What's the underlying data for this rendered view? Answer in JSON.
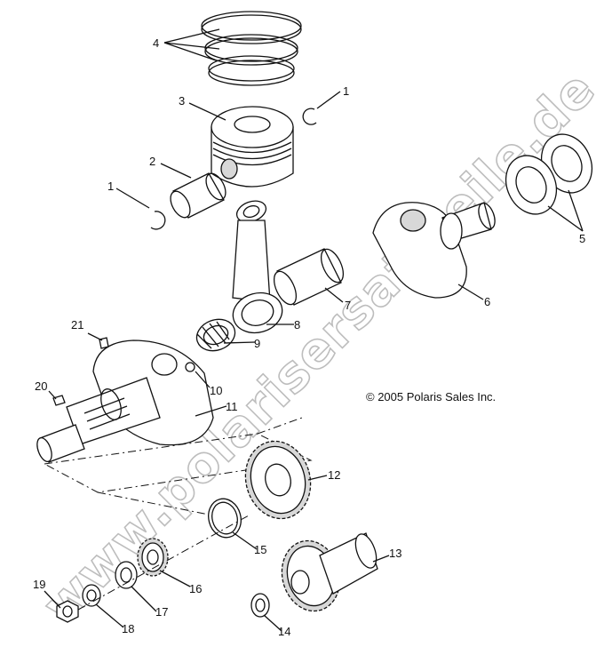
{
  "copyright": "© 2005 Polaris Sales Inc.",
  "watermark": "www.polarisersatzteile.de",
  "callouts": [
    "1",
    "1",
    "2",
    "3",
    "4",
    "5",
    "6",
    "7",
    "8",
    "9",
    "10",
    "11",
    "12",
    "13",
    "14",
    "15",
    "16",
    "17",
    "18",
    "19",
    "20",
    "21"
  ]
}
